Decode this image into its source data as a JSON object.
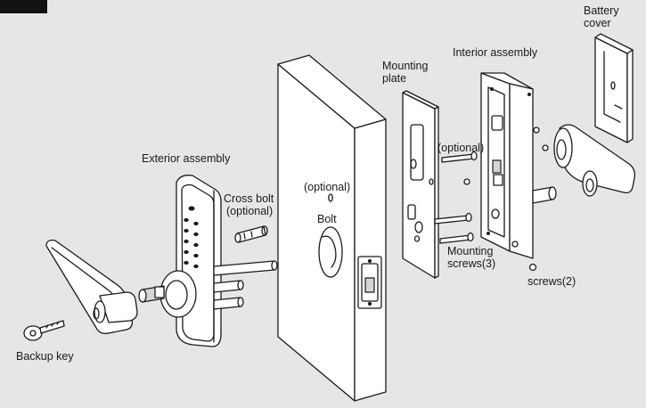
{
  "labels": {
    "exterior_assembly": "Exterior assembly",
    "cross_bolt_1": "Cross bolt",
    "cross_bolt_2": "(optional)",
    "backup_key": "Backup key",
    "optional_door": "(optional)",
    "bolt": "Bolt",
    "mounting_plate_1": "Mounting",
    "mounting_plate_2": "plate",
    "interior_assembly": "Interior assembly",
    "battery_cover_1": "Battery",
    "battery_cover_2": "cover",
    "optional_screw": "(optional)",
    "mounting_screws_1": "Mounting",
    "mounting_screws_2": "screws(3)",
    "screws2": "screws(2)"
  }
}
